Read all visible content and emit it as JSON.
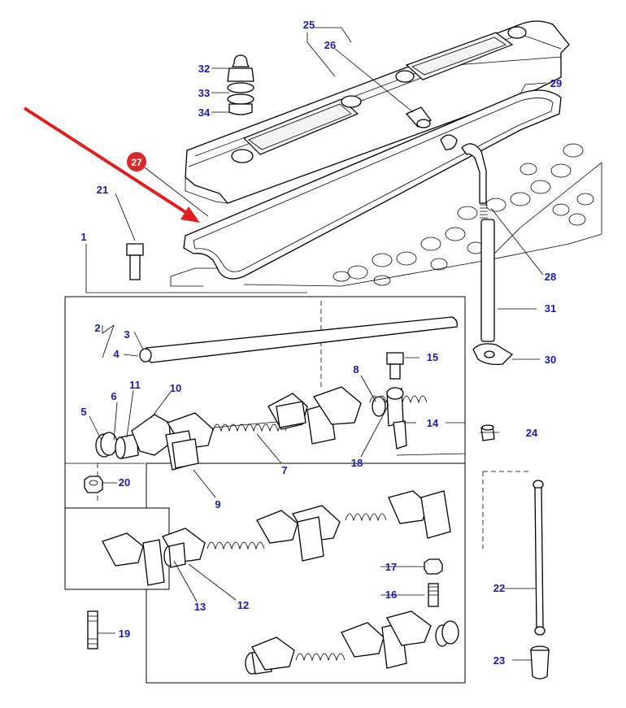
{
  "diagram": {
    "callouts": [
      "1",
      "2",
      "3",
      "4",
      "5",
      "6",
      "7",
      "8",
      "9",
      "10",
      "11",
      "12",
      "13",
      "14",
      "15",
      "16",
      "17",
      "18",
      "19",
      "20",
      "21",
      "22",
      "23",
      "24",
      "25",
      "26",
      "27",
      "28",
      "29",
      "30",
      "31",
      "32",
      "33",
      "34"
    ],
    "highlighted_callout": "27",
    "colors": {
      "label": "#1a1aa6",
      "highlight_badge": "#d42a2a",
      "arrow": "#e02020",
      "line": "#000000"
    }
  }
}
